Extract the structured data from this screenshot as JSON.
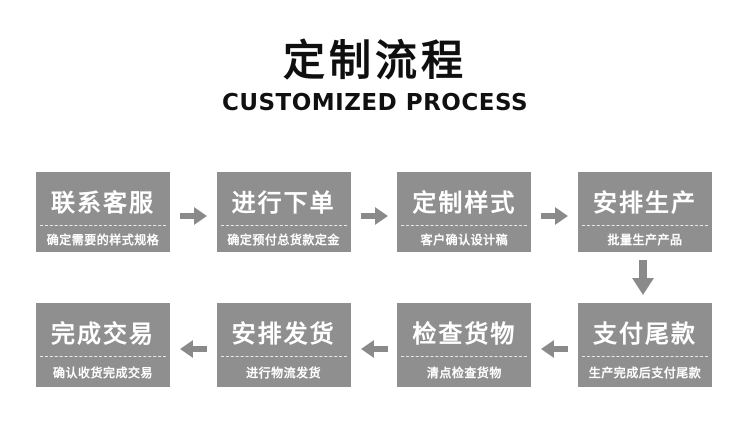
{
  "header": {
    "title": "定制流程",
    "subtitle": "CUSTOMIZED PROCESS"
  },
  "colors": {
    "box_background": "#8f8f8f",
    "box_text": "#ffffff",
    "arrow": "#8a8a8a",
    "title_text": "#0f0f0f",
    "divider_dashed": "#e0e0e0"
  },
  "flow": {
    "rows": [
      {
        "direction": "right",
        "steps": [
          {
            "title": "联系客服",
            "subtitle": "确定需要的样式规格"
          },
          {
            "title": "进行下单",
            "subtitle": "确定预付总货款定金"
          },
          {
            "title": "定制样式",
            "subtitle": "客户确认设计稿"
          },
          {
            "title": "安排生产",
            "subtitle": "批量生产产品"
          }
        ]
      },
      {
        "direction": "left",
        "steps": [
          {
            "title": "完成交易",
            "subtitle": "确认收货完成交易"
          },
          {
            "title": "安排发货",
            "subtitle": "进行物流发货"
          },
          {
            "title": "检查货物",
            "subtitle": "清点检查货物"
          },
          {
            "title": "支付尾款",
            "subtitle": "生产完成后支付尾款"
          }
        ]
      }
    ],
    "connector": {
      "type": "down-arrow",
      "from": "安排生产",
      "to": "支付尾款"
    }
  }
}
